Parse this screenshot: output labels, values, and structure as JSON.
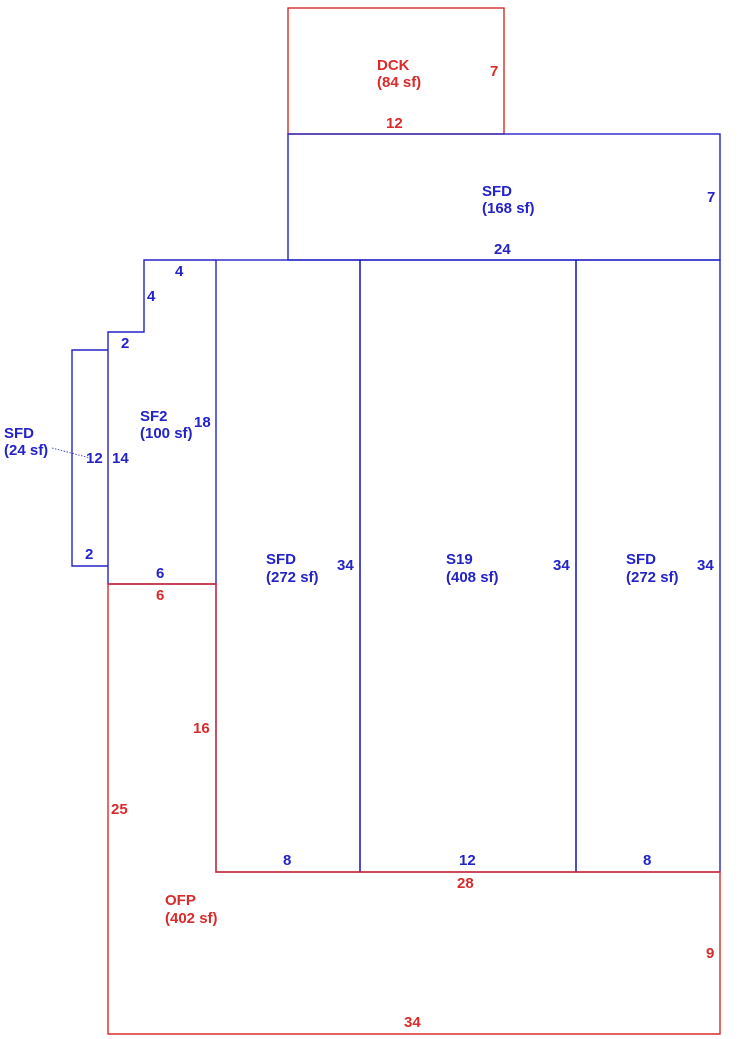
{
  "colors": {
    "blue": "#2323c8",
    "red": "#d92b2b"
  },
  "areas": {
    "dck": {
      "code": "DCK",
      "area": "(84 sf)"
    },
    "sfd_top": {
      "code": "SFD",
      "area": "(168 sf)"
    },
    "sf2": {
      "code": "SF2",
      "area": "(100 sf)"
    },
    "sfd_left": {
      "code": "SFD",
      "area": "(24 sf)"
    },
    "sfd_mid1": {
      "code": "SFD",
      "area": "(272 sf)"
    },
    "s19": {
      "code": "S19",
      "area": "(408 sf)"
    },
    "sfd_mid2": {
      "code": "SFD",
      "area": "(272 sf)"
    },
    "ofp": {
      "code": "OFP",
      "area": "(402 sf)"
    }
  },
  "dimensions": {
    "dck_side": "7",
    "dck_bottom": "12",
    "sfd_top_side": "7",
    "sfd_top_bottom": "24",
    "step_top": "4",
    "step_side": "4",
    "step_ledge": "2",
    "sf2_side": "18",
    "sf2_left": "14",
    "sf2_bottom": "6",
    "sfd_left_side": "12",
    "sfd_left_bottom": "2",
    "mid1_side": "34",
    "mid1_bottom": "8",
    "s19_side": "34",
    "s19_bottom": "12",
    "mid2_side": "34",
    "mid2_bottom": "8",
    "ofp_top_left": "6",
    "ofp_inner": "16",
    "ofp_left": "25",
    "ofp_top_right": "28",
    "ofp_right": "9",
    "ofp_bottom": "34"
  }
}
